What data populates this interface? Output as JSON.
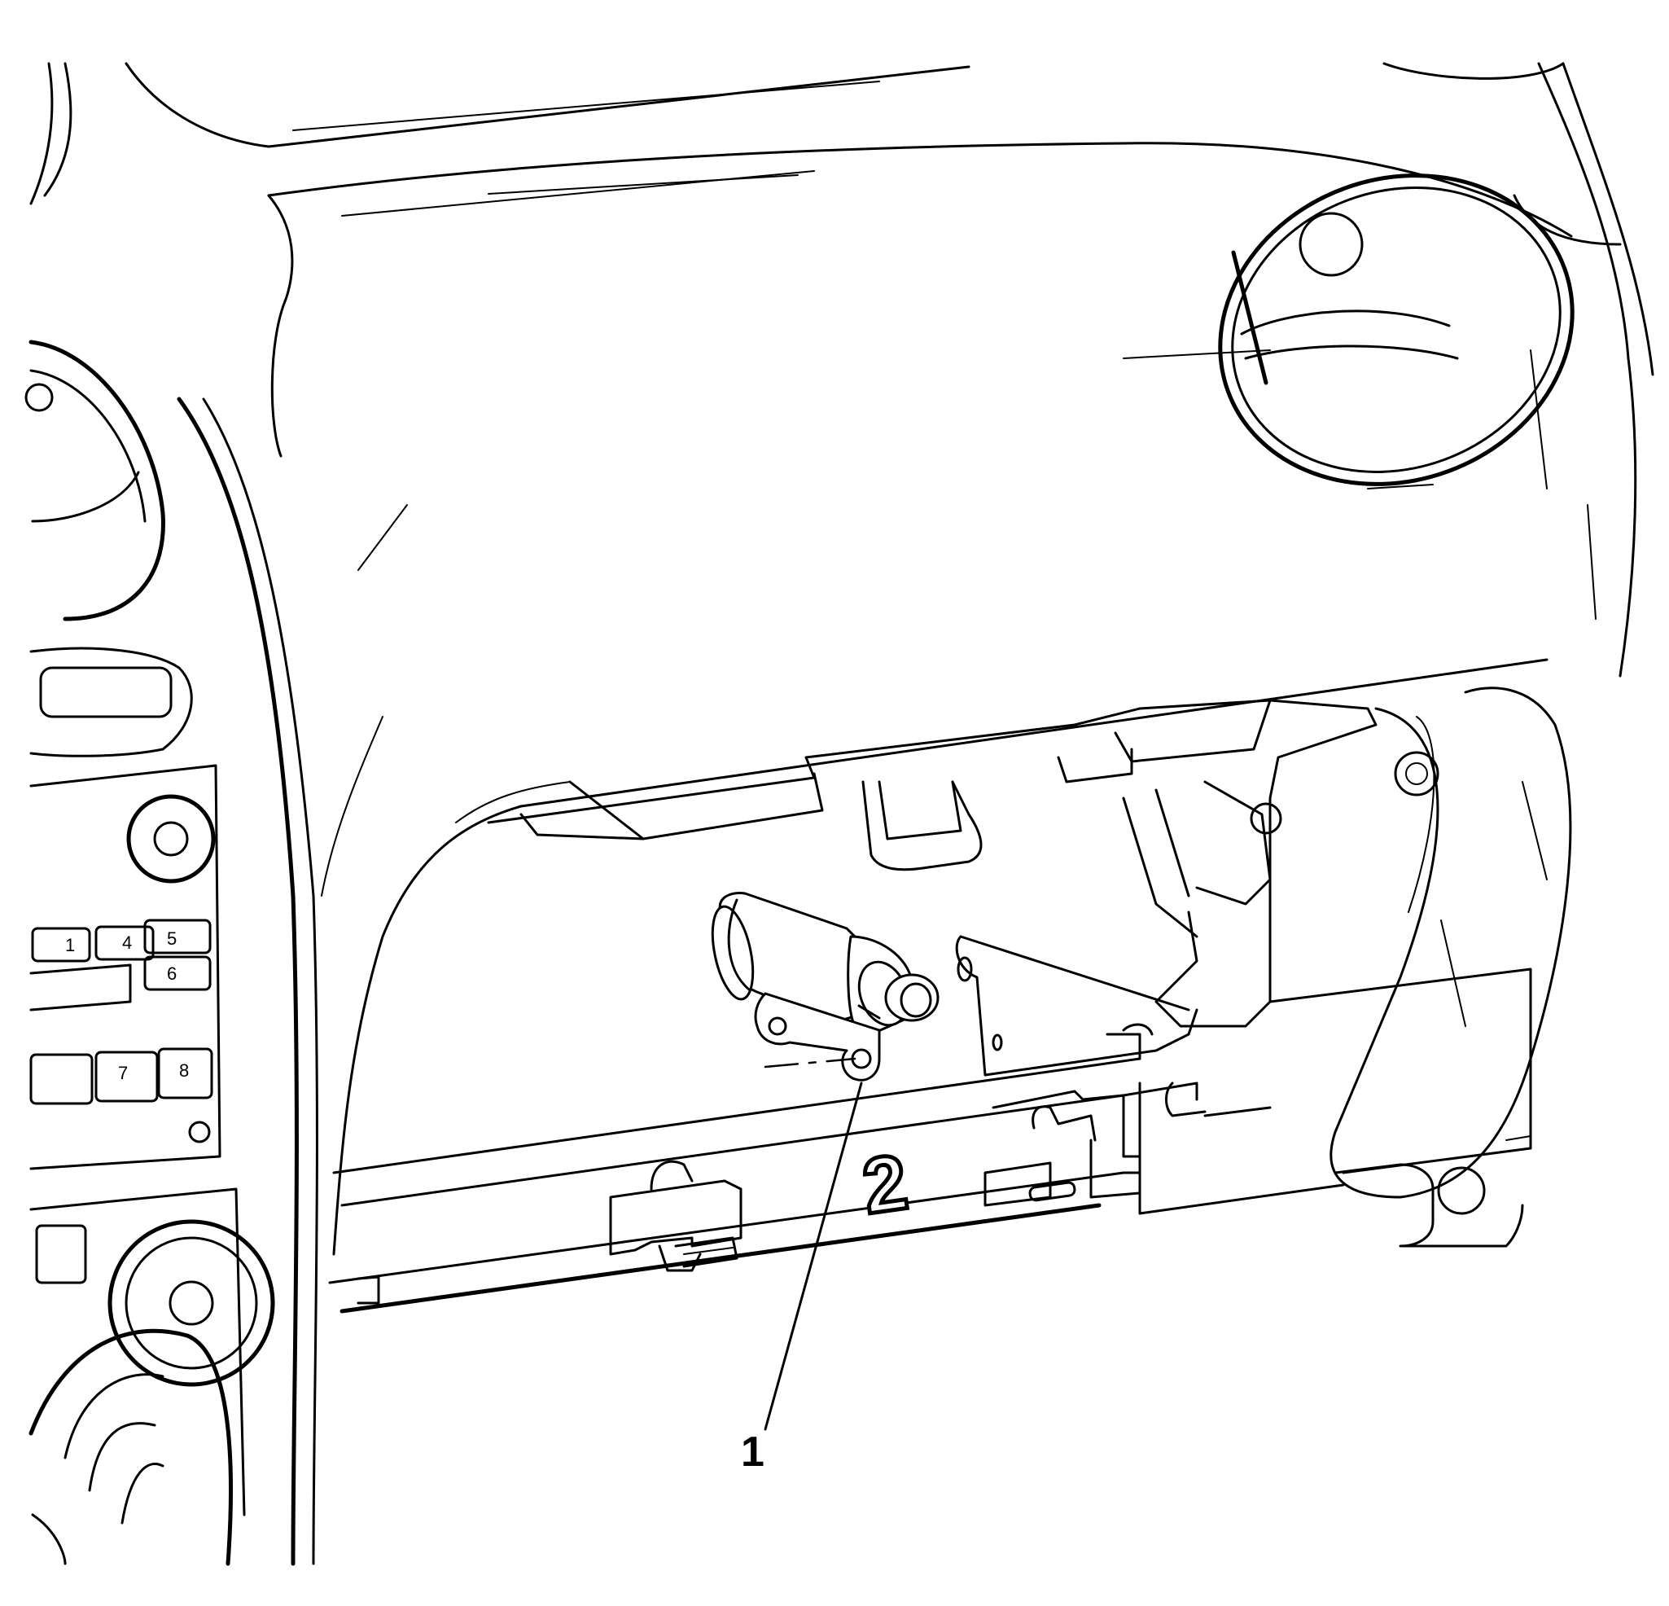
{
  "callouts": [
    {
      "label": "1"
    }
  ],
  "embossed_marks": [
    {
      "label": "2"
    }
  ],
  "radio_buttons": [
    "1",
    "4",
    "5",
    "6",
    "7",
    "8"
  ],
  "colors": {
    "line": "#000000",
    "background": "#ffffff"
  }
}
